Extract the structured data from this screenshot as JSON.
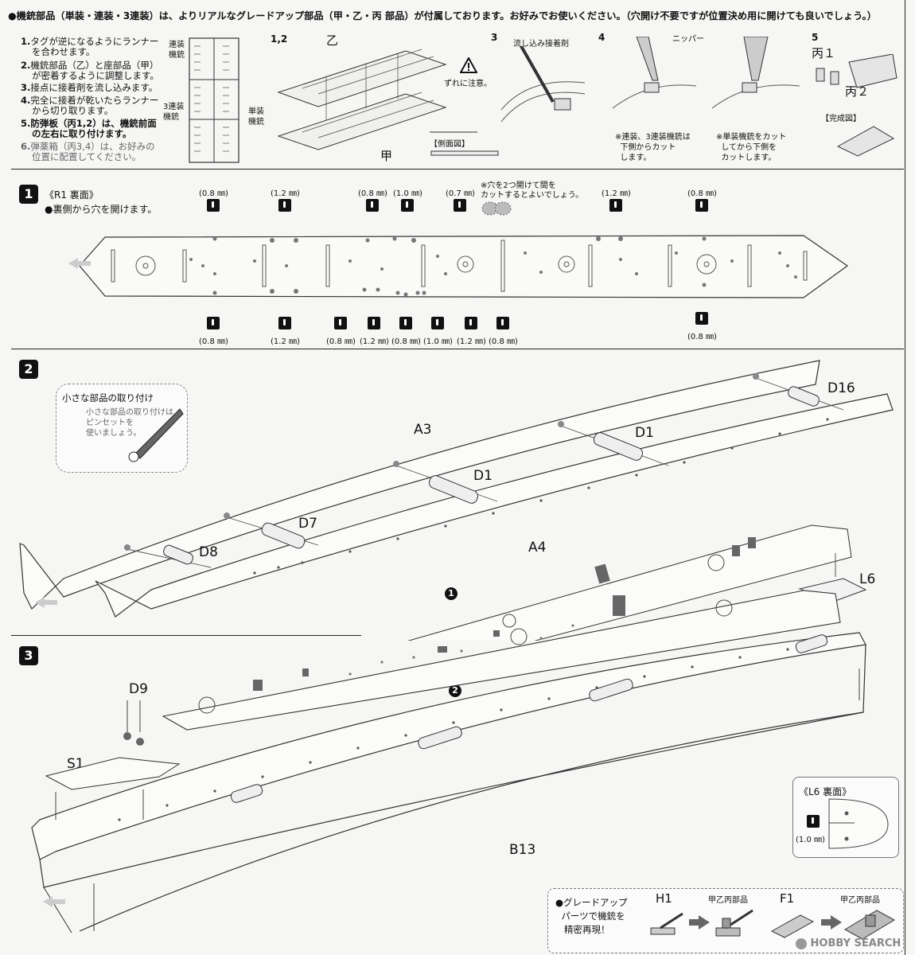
{
  "header": {
    "intro": "●機銃部品（単装・連装・3連装）は、よりリアルなグレードアップ部品（甲・乙・丙 部品）が付属しております。お好みでお使いください。（穴開け不要ですが位置決め用に開けても良いでしょう。）",
    "steps": [
      {
        "num": "1.",
        "text": "タグが逆になるようにランナー"
      },
      {
        "num": "",
        "text": "を合わせます。"
      },
      {
        "num": "2.",
        "text": "機銃部品（乙）と座部品（甲）"
      },
      {
        "num": "",
        "text": "が密着するように調整します。"
      },
      {
        "num": "3.",
        "text": "接点に接着剤を流し込みます。"
      },
      {
        "num": "4.",
        "text": "完全に接着が乾いたらランナー"
      },
      {
        "num": "",
        "text": "から切り取ります。"
      },
      {
        "num": "5.",
        "text": "防弾板（丙1,2）は、機銃前面"
      },
      {
        "num": "",
        "text": "の左右に取り付けます。"
      },
      {
        "num": "6.",
        "text": "弾薬箱（丙3,4）は、お好みの"
      },
      {
        "num": "",
        "text": "位置に配置してください。"
      }
    ],
    "runner_labels": {
      "twin": "連装\n機銃",
      "triple": "3連装\n機銃",
      "single": "単装\n機銃"
    },
    "step12_label": "1,2",
    "otsu": "乙",
    "kou": "甲",
    "side_view": "【側面図】",
    "caution": "ずれに注意。",
    "step3_label": "3",
    "glue_label": "流し込み接着剤",
    "step4_label": "4",
    "nipper_label": "ニッパー",
    "step4_note1": "※連装、3連装機銃は",
    "step4_note2": "下側からカット",
    "step4_note3": "します。",
    "step4_note4": "※単装機銃をカット",
    "step4_note5": "してから下側を",
    "step4_note6": "カットします。",
    "step5_label": "5",
    "hei1": "丙１",
    "hei2": "丙２",
    "complete": "【完成図】"
  },
  "step1": {
    "num": "1",
    "title": "《R1 裏面》",
    "subtitle": "●裏側から穴を開けます。",
    "note1": "※穴を2つ開けて間を",
    "note2": "カットするとよいでしょう。",
    "top_sizes": [
      "(0.8 ㎜)",
      "(1.2 ㎜)",
      "(0.8 ㎜)",
      "(1.0 ㎜)",
      "(0.7 ㎜)",
      "(1.2 ㎜)",
      "(0.8 ㎜)"
    ],
    "bottom_sizes": [
      "(0.8 ㎜)",
      "(1.2 ㎜)",
      "(0.8 ㎜)",
      "(1.2 ㎜)",
      "(0.8 ㎜)",
      "(1.0 ㎜)",
      "(1.2 ㎜)",
      "(0.8 ㎜)",
      "(0.8 ㎜)"
    ]
  },
  "step2": {
    "num": "2",
    "tip_title": "小さな部品の取り付け",
    "tip_text1": "小さな部品の取り付けは",
    "tip_text2": "ピンセットを",
    "tip_text3": "使いましょう。",
    "labels": {
      "a3": "A3",
      "a4": "A4",
      "d1a": "D1",
      "d1b": "D1",
      "d7": "D7",
      "d8": "D8",
      "d16": "D16",
      "l6": "L6"
    }
  },
  "step3": {
    "num": "3",
    "labels": {
      "d9": "D9",
      "s1": "S1",
      "b13": "B13",
      "ref1": "1",
      "ref2": "2"
    },
    "l6_title": "《L6 裏面》",
    "l6_size": "(1.0 ㎜)",
    "grade_text1": "●グレードアップ",
    "grade_text2": "パーツで機銃を",
    "grade_text3": "精密再現！",
    "h1": "H1",
    "f1": "F1",
    "parts1": "甲乙丙部品",
    "parts2": "甲乙丙部品",
    "watermark": "HOBBY SEARCH"
  }
}
